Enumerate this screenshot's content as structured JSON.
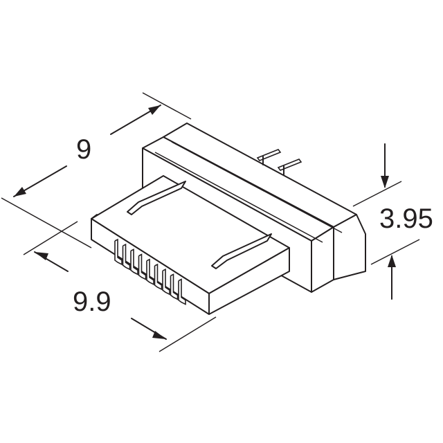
{
  "drawing": {
    "dimensions": {
      "length": "9",
      "width": "9.9",
      "height": "3.95"
    },
    "contact_count": 9
  }
}
